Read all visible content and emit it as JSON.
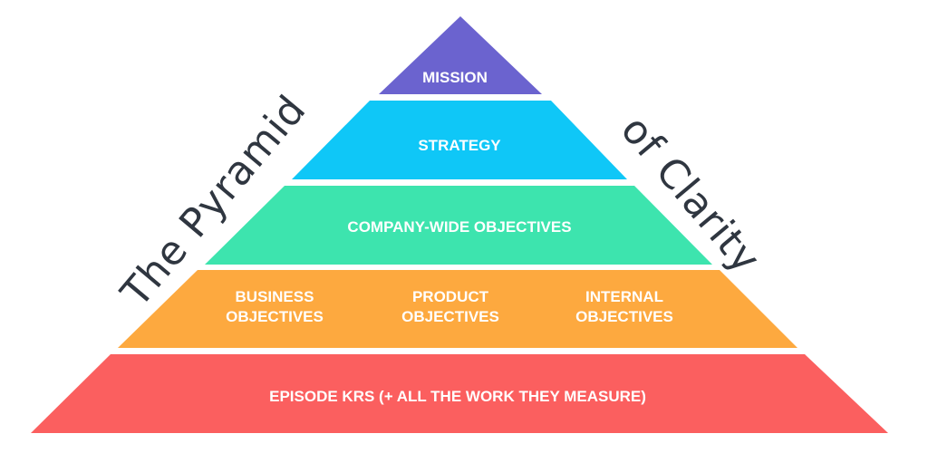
{
  "title_left": "The Pyramid",
  "title_right": "of Clarity",
  "tiers": {
    "mission": {
      "label": "MISSION",
      "color": "#6b63cf"
    },
    "strategy": {
      "label": "STRATEGY",
      "color": "#0fc7f7"
    },
    "company": {
      "label": "COMPANY-WIDE OBJECTIVES",
      "color": "#3de4ae"
    },
    "objectives": {
      "color": "#fda93f",
      "items": [
        {
          "label": "BUSINESS OBJECTIVES"
        },
        {
          "label": "PRODUCT OBJECTIVES"
        },
        {
          "label": "INTERNAL OBJECTIVES"
        }
      ]
    },
    "episode": {
      "label": "EPISODE KRS (+ ALL THE WORK THEY MEASURE)",
      "color": "#fb5f5f"
    }
  }
}
